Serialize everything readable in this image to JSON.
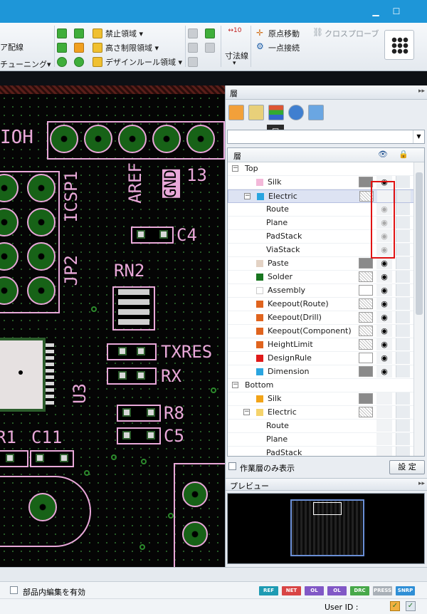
{
  "window": {
    "maximize_icon": "maximize-icon",
    "minimize_icon": "minimize-icon"
  },
  "ribbon": {
    "left_items": [
      "ア配線",
      "チューニング▾"
    ],
    "region_items": [
      "禁止領域 ▾",
      "高さ制限領域 ▾",
      "デザインルール領域 ▾"
    ],
    "dimension_label": "寸法線",
    "dimension_caret": "▾",
    "origin_move": "原点移動",
    "cross_probe": "クロスプローブ",
    "one_point_connect": "一点接続"
  },
  "pcb": {
    "labels": {
      "ioh": "IOH",
      "icsp1": "ICSP1",
      "jp2": "JP2",
      "aref": "AREF",
      "gnd": "GND",
      "thirteen": "13",
      "c4": "C4",
      "rn2": "RN2",
      "txres": "TXRES",
      "rx": "RX",
      "u3": "U3",
      "r8": "R8",
      "c5": "C5",
      "r1": "R1",
      "c11": "C11"
    }
  },
  "panel": {
    "title": "層",
    "tooltip": "層",
    "combo_value": "",
    "tree_header": "層",
    "rows": [
      {
        "name": "Top",
        "level": 0,
        "expander": "⊟",
        "color": "",
        "pattern": "",
        "eye": "",
        "section": true
      },
      {
        "name": "Silk",
        "level": 1,
        "color": "#f3b8d9",
        "pattern": "#8a8a8a",
        "eye": "◉"
      },
      {
        "name": "Electric",
        "level": 1,
        "expander": "⊟",
        "color": "#2aa5e0",
        "pattern": "hatch",
        "eye": "",
        "selected": true
      },
      {
        "name": "Route",
        "level": 2,
        "color": "",
        "pattern": "",
        "eye": "◉",
        "dim": true
      },
      {
        "name": "Plane",
        "level": 2,
        "color": "",
        "pattern": "",
        "eye": "◉",
        "dim": true
      },
      {
        "name": "PadStack",
        "level": 2,
        "color": "",
        "pattern": "",
        "eye": "◉",
        "dim": true
      },
      {
        "name": "ViaStack",
        "level": 2,
        "color": "",
        "pattern": "",
        "eye": "◉",
        "dim": true
      },
      {
        "name": "Paste",
        "level": 1,
        "color": "#e3d2c4",
        "pattern": "#8a8a8a",
        "eye": "◉"
      },
      {
        "name": "Solder",
        "level": 1,
        "color": "#17751f",
        "pattern": "hatch",
        "eye": "◉"
      },
      {
        "name": "Assembly",
        "level": 1,
        "color": "#ffffff",
        "pattern": "#ffffff",
        "eye": "◉"
      },
      {
        "name": "Keepout(Route)",
        "level": 1,
        "color": "#e0641e",
        "pattern": "hatch",
        "eye": "◉"
      },
      {
        "name": "Keepout(Drill)",
        "level": 1,
        "color": "#e0641e",
        "pattern": "hatch",
        "eye": "◉"
      },
      {
        "name": "Keepout(Component)",
        "level": 1,
        "color": "#e0641e",
        "pattern": "hatch",
        "eye": "◉"
      },
      {
        "name": "HeightLimit",
        "level": 1,
        "color": "#e0641e",
        "pattern": "hatch",
        "eye": "◉"
      },
      {
        "name": "DesignRule",
        "level": 1,
        "color": "#e01a1a",
        "pattern": "#ffffff",
        "eye": "◉"
      },
      {
        "name": "Dimension",
        "level": 1,
        "color": "#2aa5e0",
        "pattern": "#8a8a8a",
        "eye": "◉"
      },
      {
        "name": "Bottom",
        "level": 0,
        "expander": "⊟",
        "color": "",
        "pattern": "",
        "eye": "",
        "section": true
      },
      {
        "name": "Silk",
        "level": 1,
        "color": "#f2a418",
        "pattern": "#8a8a8a",
        "eye": ""
      },
      {
        "name": "Electric",
        "level": 1,
        "expander": "⊟",
        "color": "#f5d36b",
        "pattern": "hatch",
        "eye": ""
      },
      {
        "name": "Route",
        "level": 2,
        "color": "",
        "pattern": "",
        "eye": ""
      },
      {
        "name": "Plane",
        "level": 2,
        "color": "",
        "pattern": "",
        "eye": ""
      },
      {
        "name": "PadStack",
        "level": 2,
        "color": "",
        "pattern": "",
        "eye": ""
      }
    ],
    "work_layer_only": "作業層のみ表示",
    "settings_button": "設 定",
    "preview_title": "プレビュー"
  },
  "status": {
    "edit_in_part": "部品内編集を有効",
    "modes": [
      {
        "label": "REF",
        "color": "#1e9bb3"
      },
      {
        "label": "NET",
        "color": "#d84545"
      },
      {
        "label": "OL",
        "color": "#8158c6"
      },
      {
        "label": "OL",
        "color": "#8158c6"
      },
      {
        "label": "DRC",
        "color": "#47a84a"
      },
      {
        "label": "PRESS",
        "color": "#a9b0b7"
      },
      {
        "label": "SNRP",
        "color": "#2f8fd6"
      }
    ],
    "user_id_label": "User ID :"
  }
}
